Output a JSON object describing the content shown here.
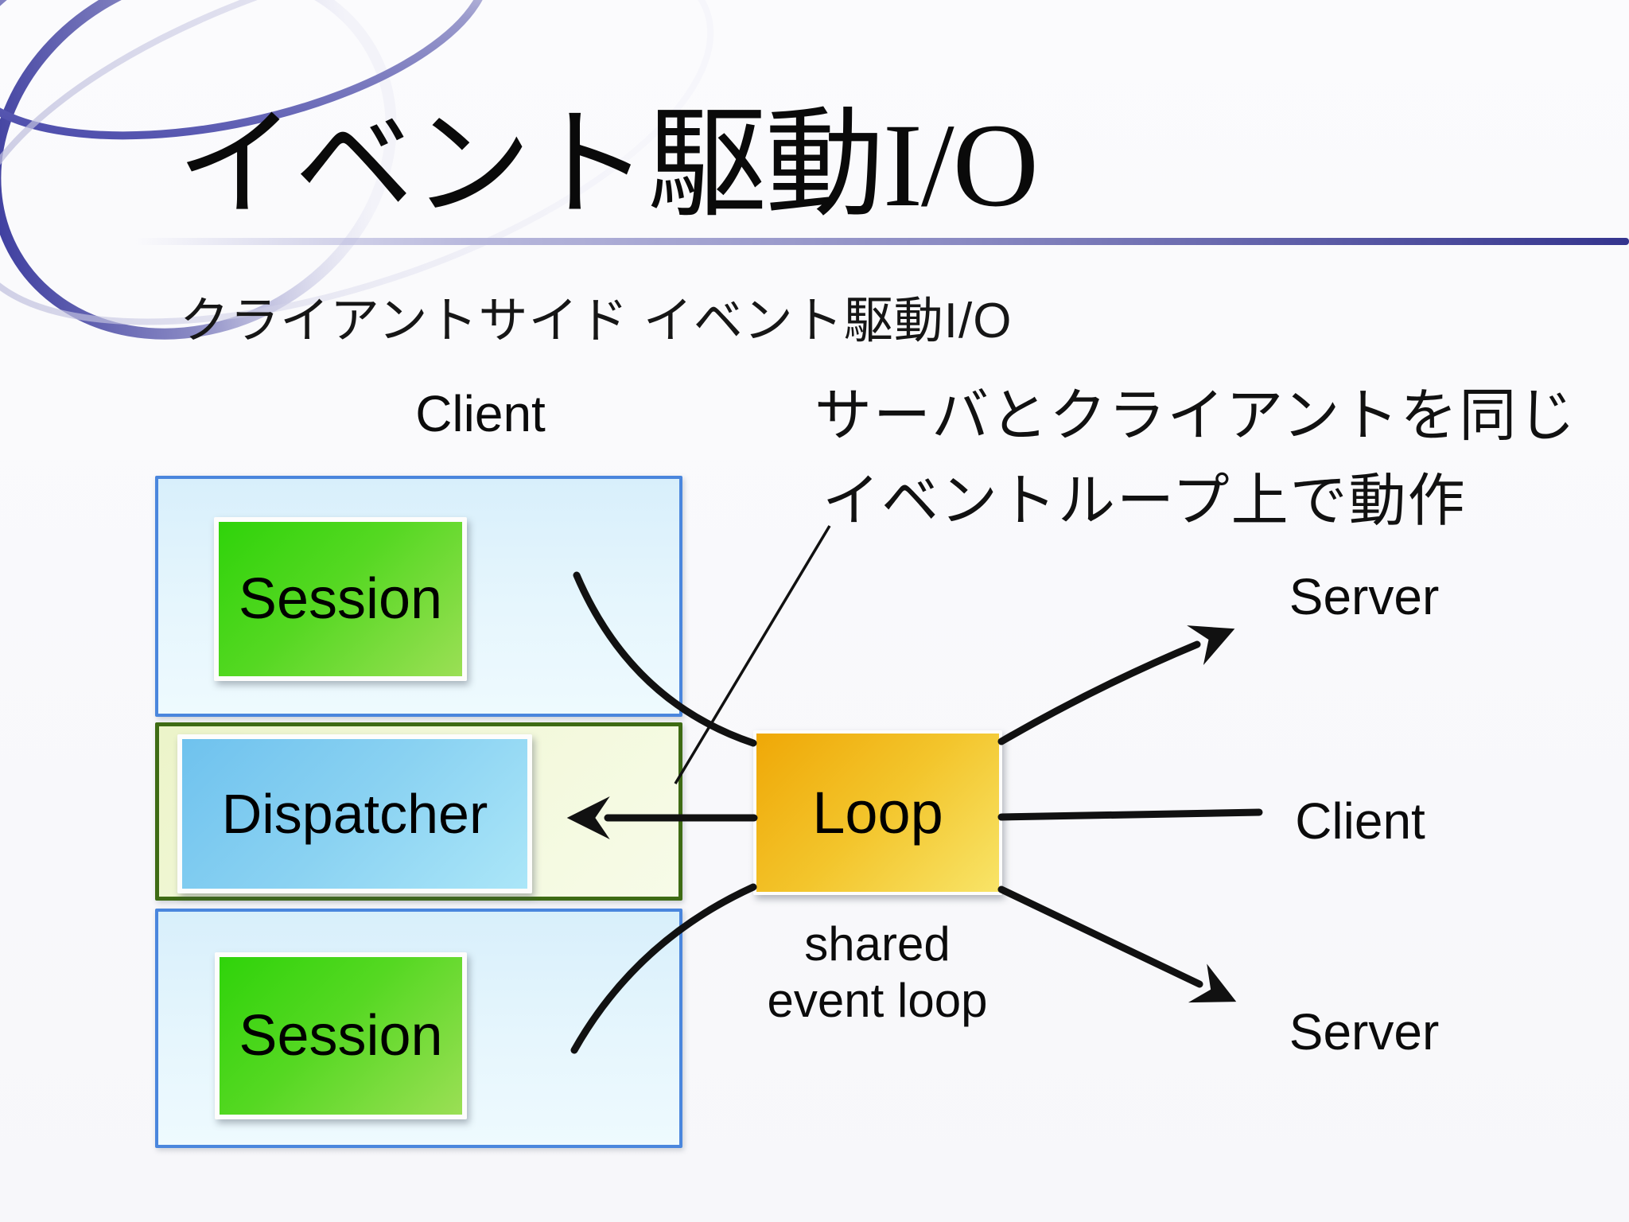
{
  "slide": {
    "title": "イベント駆動I/O",
    "subtitle": "クライアントサイド イベント駆動I/O"
  },
  "annotation": {
    "line1": "サーバとクライアントを同じ",
    "line2": "イベントループ上で動作"
  },
  "diagram": {
    "client_group_label": "Client",
    "session_top_label": "Session",
    "dispatcher_label": "Dispatcher",
    "session_bottom_label": "Session",
    "loop_label": "Loop",
    "loop_caption_line1": "shared",
    "loop_caption_line2": "event loop",
    "endpoint_server_top": "Server",
    "endpoint_client_right": "Client",
    "endpoint_server_bottom": "Server"
  },
  "colors": {
    "session_green_start": "#2fd30a",
    "session_green_end": "#9bdf55",
    "dispatcher_blue_start": "#6fc2ee",
    "dispatcher_blue_end": "#abe6f8",
    "loop_gold_start": "#efa807",
    "loop_gold_end": "#f8e468",
    "container_blue_fill": "#e0f3fc",
    "container_blue_border": "#4a86dd",
    "container_green_fill": "#f0f7d4",
    "container_green_border": "#3e6b14",
    "title_rule_dark": "#34348e",
    "swirl_indigo": "#2b2b96",
    "connector_black": "#111111"
  }
}
